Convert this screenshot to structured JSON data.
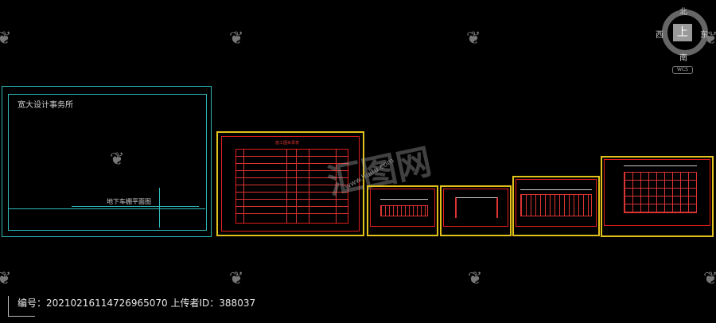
{
  "compass": {
    "north": "北",
    "south": "南",
    "east": "东",
    "west": "西",
    "center": "上",
    "wcs": "WCS"
  },
  "sheet1": {
    "office_title": "宽大设计事务所",
    "drawing_name": "地下车棚平面图"
  },
  "sheet2": {
    "table_title": "施工图目录表"
  },
  "footer": {
    "text": "编号：20210216114726965070 上传者ID：388037"
  },
  "watermark": {
    "brand": "汇图网",
    "url": "www.huitu.com"
  },
  "colors": {
    "background": "#000000",
    "frame_cyan": "#2fb9b9",
    "frame_yellow": "#e2c21a",
    "line_red": "#e01d1d"
  }
}
